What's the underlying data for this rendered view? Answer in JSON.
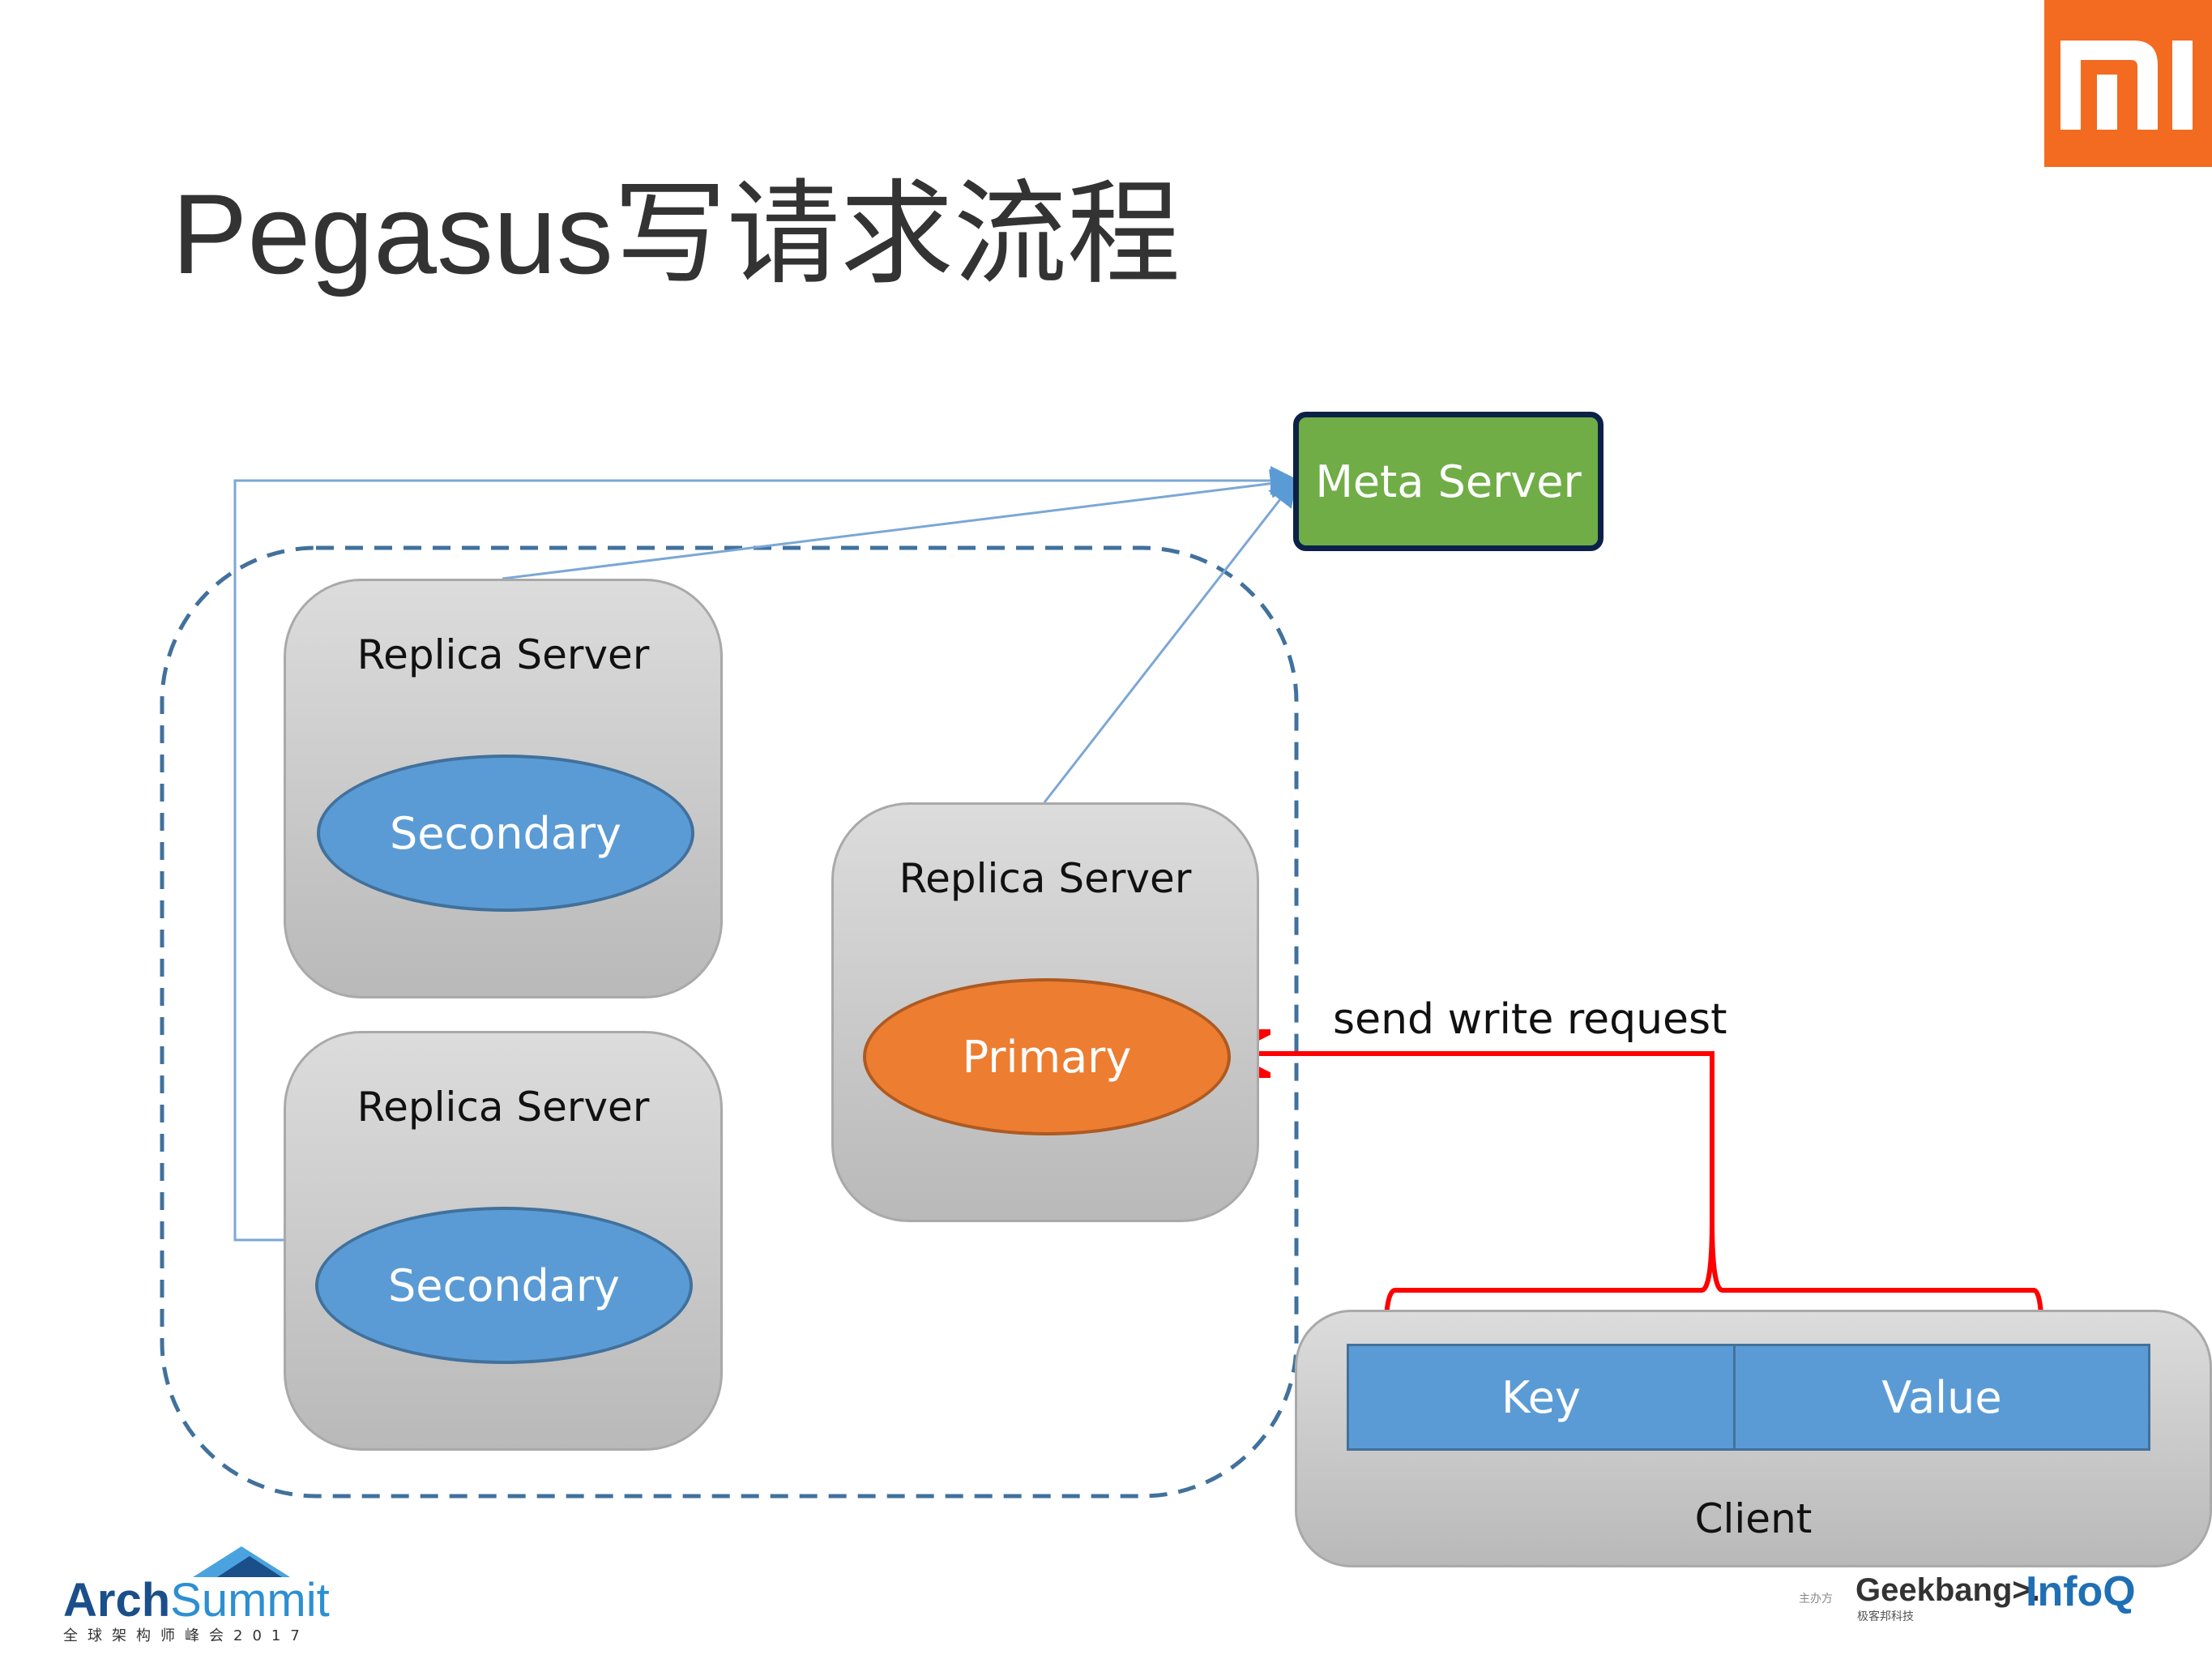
{
  "title": "Pegasus写请求流程",
  "brand_logo": "MI",
  "colors": {
    "brand_orange": "#f26b21",
    "meta_green": "#70ad47",
    "secondary_blue": "#5b9bd5",
    "primary_orange": "#ed7d31",
    "request_red": "#ff0000",
    "link_blue": "#7ba7d6",
    "group_dash": "#41719c"
  },
  "diagram": {
    "meta_server": "Meta Server",
    "replica_servers": [
      {
        "label": "Replica Server",
        "role": "Secondary"
      },
      {
        "label": "Replica Server",
        "role": "Secondary"
      },
      {
        "label": "Replica Server",
        "role": "Primary"
      }
    ],
    "request_label": "send write request",
    "client": {
      "label": "Client",
      "key": "Key",
      "value": "Value"
    }
  },
  "footer": {
    "arch_part1": "Arch",
    "arch_part2": "Summit",
    "arch_subtitle": "全球架构师峰会2017",
    "host_label": "主办方",
    "geekbang": "Geekbang>.",
    "geekbang_sub": "极客邦科技",
    "infoq": "InfoQ"
  }
}
